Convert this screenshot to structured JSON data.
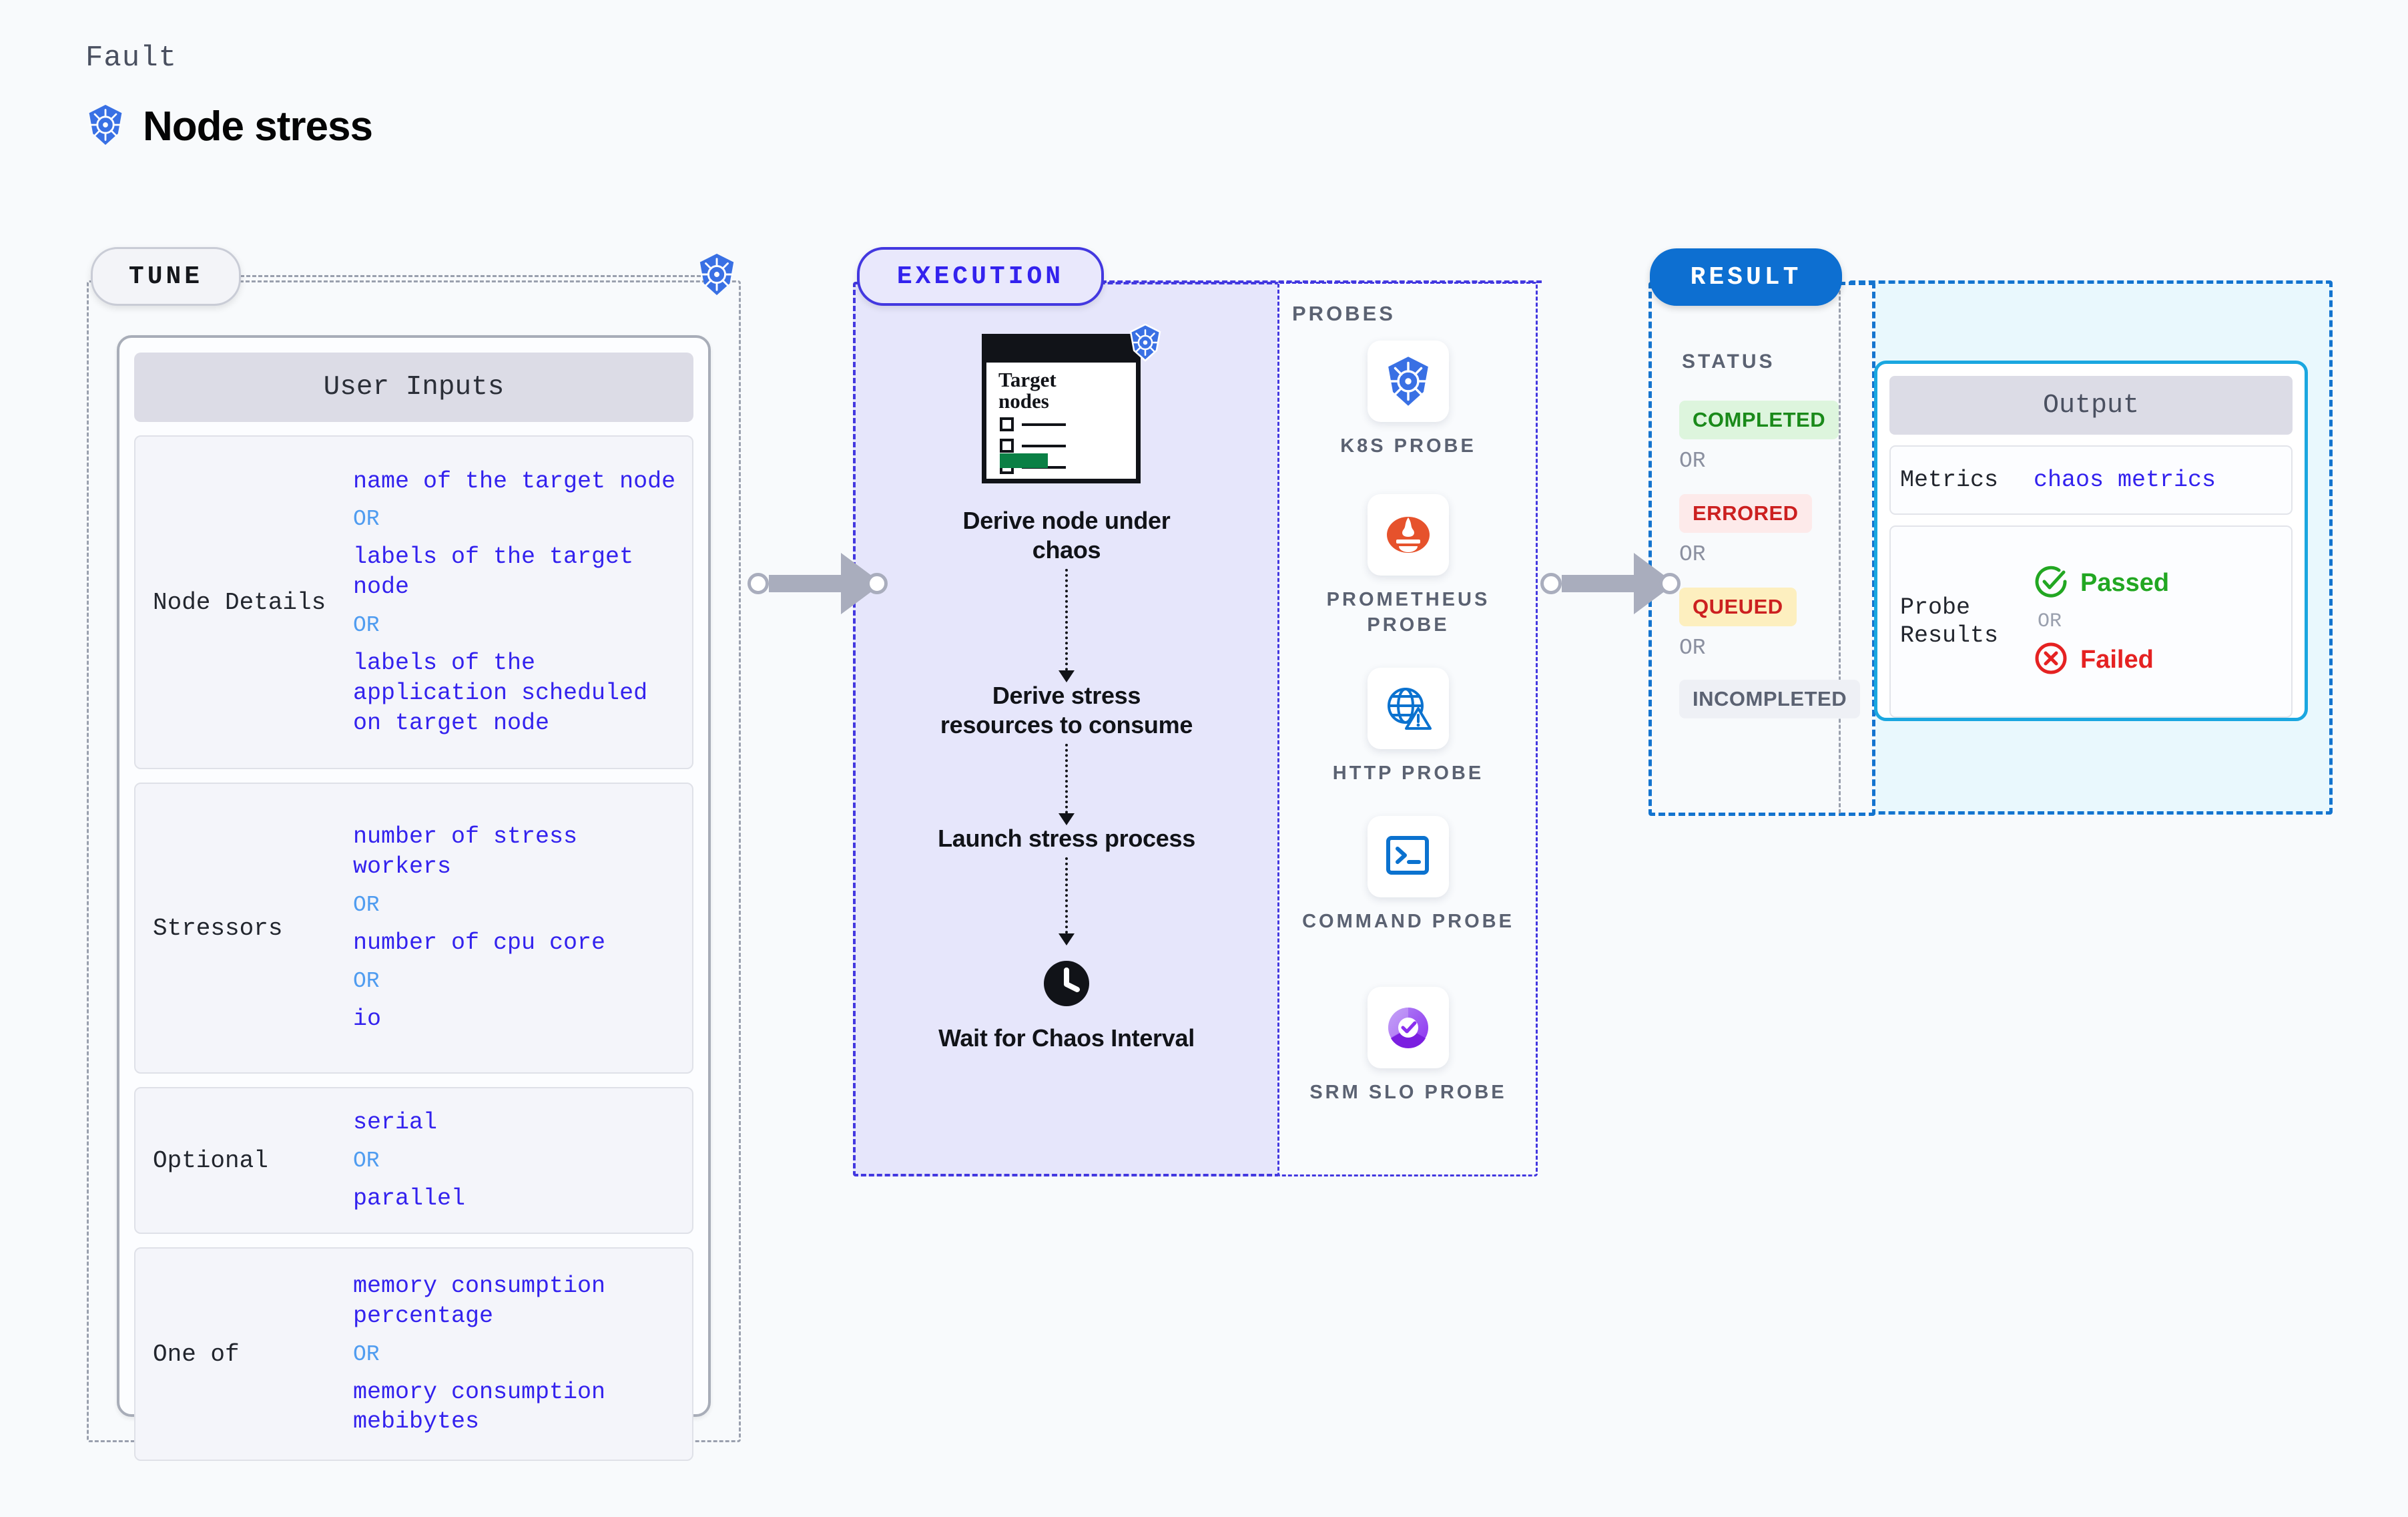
{
  "header": {
    "kicker": "Fault",
    "title": "Node stress",
    "icon": "kubernetes-icon"
  },
  "tune": {
    "pill_label": "TUNE",
    "card_title": "User Inputs",
    "or_label": "OR",
    "groups": [
      {
        "label": "Node Details",
        "values": [
          "name of the target node",
          "labels of the target node",
          "labels of the application scheduled on target node"
        ]
      },
      {
        "label": "Stressors",
        "values": [
          "number of stress workers",
          "number of cpu core",
          "io"
        ]
      },
      {
        "label": "Optional",
        "values": [
          "serial",
          "parallel"
        ]
      },
      {
        "label": "One of",
        "values": [
          "memory consumption percentage",
          "memory consumption mebibytes"
        ]
      }
    ]
  },
  "execution": {
    "pill_label": "EXECUTION",
    "card": {
      "title_line1": "Target",
      "title_line2": "nodes"
    },
    "steps": [
      {
        "label": "Derive node under chaos"
      },
      {
        "label": "Derive stress resources to consume"
      },
      {
        "label": "Launch stress process"
      },
      {
        "label": "Wait for Chaos Interval",
        "icon": "clock-icon"
      }
    ]
  },
  "probes": {
    "title": "PROBES",
    "items": [
      {
        "name": "K8S PROBE",
        "icon": "kubernetes-icon"
      },
      {
        "name": "PROMETHEUS PROBE",
        "icon": "prometheus-icon"
      },
      {
        "name": "HTTP PROBE",
        "icon": "http-globe-icon"
      },
      {
        "name": "COMMAND PROBE",
        "icon": "terminal-icon"
      },
      {
        "name": "SRM SLO PROBE",
        "icon": "srm-slo-icon"
      }
    ]
  },
  "result": {
    "pill_label": "RESULT",
    "status_title": "STATUS",
    "or_label": "OR",
    "statuses": [
      {
        "label": "COMPLETED",
        "bg": "#ddf5dd",
        "fg": "#1a8a1a"
      },
      {
        "label": "ERRORED",
        "bg": "#fdeaea",
        "fg": "#cc2020"
      },
      {
        "label": "QUEUED",
        "bg": "#fdefbf",
        "fg": "#cc2020"
      },
      {
        "label": "INCOMPLETED",
        "bg": "#eef0f5",
        "fg": "#5b6272"
      }
    ],
    "output": {
      "title": "Output",
      "metrics_label": "Metrics",
      "metrics_value": "chaos metrics",
      "probe_results_label": "Probe Results",
      "passed_label": "Passed",
      "failed_label": "Failed",
      "or_label": "OR"
    }
  },
  "colors": {
    "k8s_blue": "#3970e4",
    "execution_purple": "#3322ee",
    "result_blue": "#0d6fd1",
    "output_cyan": "#1aa7e0",
    "passed_green": "#22a722",
    "failed_red": "#e52222",
    "connector_gray": "#a9adbd"
  }
}
